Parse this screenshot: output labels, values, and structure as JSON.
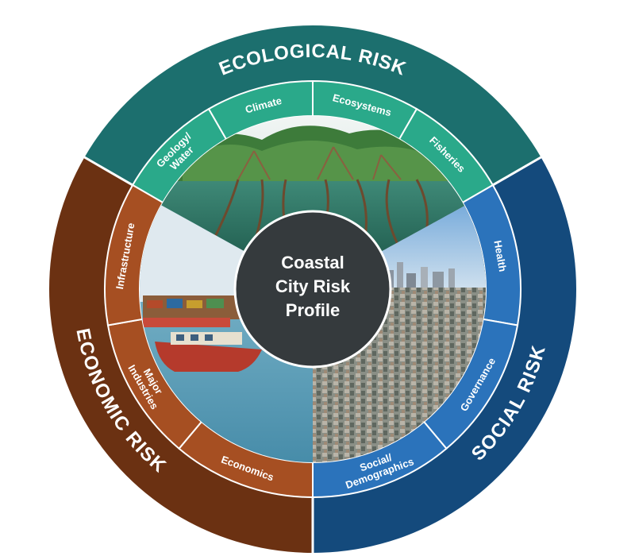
{
  "center": {
    "lines": [
      "Coastal",
      "City Risk",
      "Profile"
    ],
    "color": "#353a3d"
  },
  "domains": [
    {
      "key": "ecological",
      "title": "ECOLOGICAL RISK",
      "outer_color": "#1c6f6e",
      "inner_color": "#2aa98a",
      "subcategories": [
        "Geology/ Water",
        "Climate",
        "Ecosystems",
        "Fisheries"
      ]
    },
    {
      "key": "social",
      "title": "SOCIAL RISK",
      "outer_color": "#144a7c",
      "inner_color": "#2b73bb",
      "subcategories": [
        "Health",
        "Governance",
        "Social/ Demographics"
      ]
    },
    {
      "key": "economic",
      "title": "ECONOMIC RISK",
      "outer_color": "#6b3112",
      "inner_color": "#a64f22",
      "subcategories": [
        "Economics",
        "Major Industries",
        "Infrastructure"
      ]
    }
  ],
  "photos": [
    {
      "name": "mangrove-photo",
      "description": "mangrove"
    },
    {
      "name": "port-boat-photo",
      "description": "port"
    },
    {
      "name": "city-skyline-photo",
      "description": "city"
    }
  ]
}
